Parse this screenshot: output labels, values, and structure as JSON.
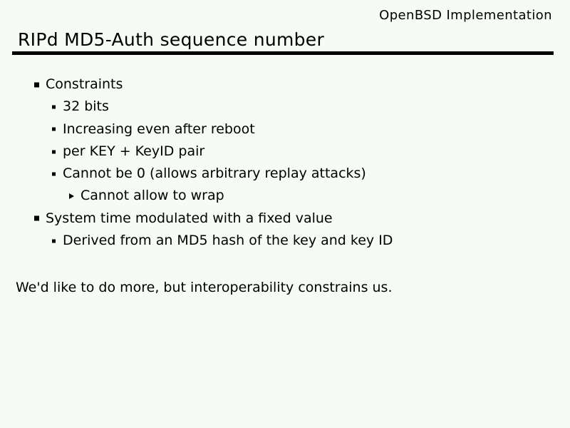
{
  "slide": {
    "corner_label": "OpenBSD Implementation",
    "title": "RIPd MD5-Auth sequence number",
    "bullets": [
      {
        "level": 1,
        "text": "Constraints"
      },
      {
        "level": 2,
        "text": "32 bits"
      },
      {
        "level": 2,
        "text": "Increasing even after reboot"
      },
      {
        "level": 2,
        "text": "per KEY + KeyID pair"
      },
      {
        "level": 2,
        "text": "Cannot be 0 (allows arbitrary replay attacks)"
      },
      {
        "level": 3,
        "text": "Cannot allow to wrap"
      },
      {
        "level": 1,
        "text": "System time modulated with a fixed value"
      },
      {
        "level": 2,
        "text": "Derived from an MD5 hash of the key and key ID"
      }
    ],
    "note": "We'd like to do more, but interoperability constrains us.",
    "icons": {
      "level1_bullet": "square-bullet-icon",
      "level2_bullet": "small-square-bullet-icon",
      "level3_bullet": "triangle-bullet-icon"
    },
    "colors": {
      "background": "#f6fbf6",
      "text": "#000000",
      "rule": "#000000"
    }
  }
}
